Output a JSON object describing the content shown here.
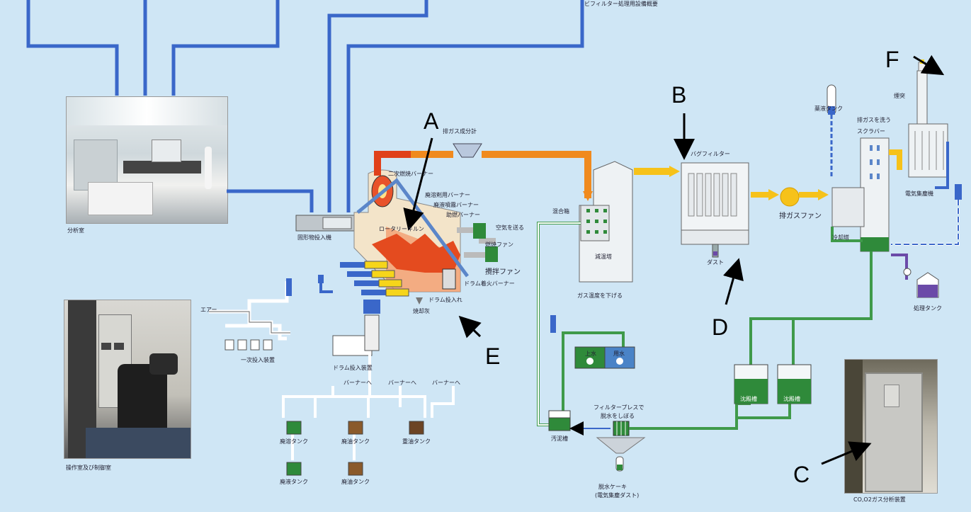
{
  "header_text": "ビフィルター処理用設備概要",
  "photos": {
    "lab_caption": "分析室",
    "control_caption": "操作室及び制御室",
    "analyzer_caption": "CO,O2ガス分析装置"
  },
  "markers": {
    "A": "A",
    "B": "B",
    "C": "C",
    "D": "D",
    "E": "E",
    "F": "F"
  },
  "equipment": {
    "solid_input": "固形物投入機",
    "secondary_burner": "二次燃焼バーナー",
    "waste_oil_burner": "廃溶剤用バーナー",
    "waste_liquid_burner": "廃液噴霧バーナー",
    "aux_burner": "助燃バーナー",
    "kiln": "ロータリーキルン",
    "air_fan": "燃焼ファン",
    "stir_fan": "攪拌ファン",
    "send_air": "空気を送る",
    "drum_burner": "ドラム着火バーナー",
    "drum_input": "ドラム投入装置",
    "ash": "焼却灰",
    "drum_feed": "ドラム投入れ",
    "cooling_tower": "減温塔",
    "cooling_note": "ガス温度を下げる",
    "mixing_box": "混合箱",
    "bag_filter": "バグフィルター",
    "dust": "ダスト",
    "exhaust_fan": "排ガスファン",
    "scrubber": "スクラバー",
    "scrubber_note": "排ガスを洗う",
    "cooler": "冷却塔",
    "chemical_tank": "薬液タンク",
    "stack": "煙突",
    "electrostatic": "電気集塵機",
    "recycle_tank": "処理タンク",
    "settling_1": "沈殿槽",
    "settling_2": "沈殿槽",
    "filter_press": "フィルタープレスで",
    "filter_press_2": "脱水をしぼる",
    "sludge_tank": "汚泥槽",
    "cake": "脱水ケーキ",
    "cake_note": "(電気集塵ダスト)",
    "air_label": "エアー",
    "pump_unit": "一次投入装置",
    "burner_to_1": "バーナーへ",
    "burner_to_2": "バーナーへ",
    "burner_to_3": "バーナーへ",
    "tank_waste_1": "廃溶タンク",
    "tank_waste_2": "廃油タンク",
    "tank_heavy": "重油タンク",
    "tank_waste_3": "廃液タンク",
    "tank_waste_4": "廃油タンク",
    "water_1": "上水",
    "water_2": "用水",
    "gas_detector": "排ガス成分計"
  },
  "colors": {
    "background": "#cfe6f5",
    "pipe_blue": "#3a67c9",
    "pipe_green": "#3f9a4a",
    "pipe_hot": "#f08a1e",
    "pipe_yellow": "#f6c21a"
  }
}
